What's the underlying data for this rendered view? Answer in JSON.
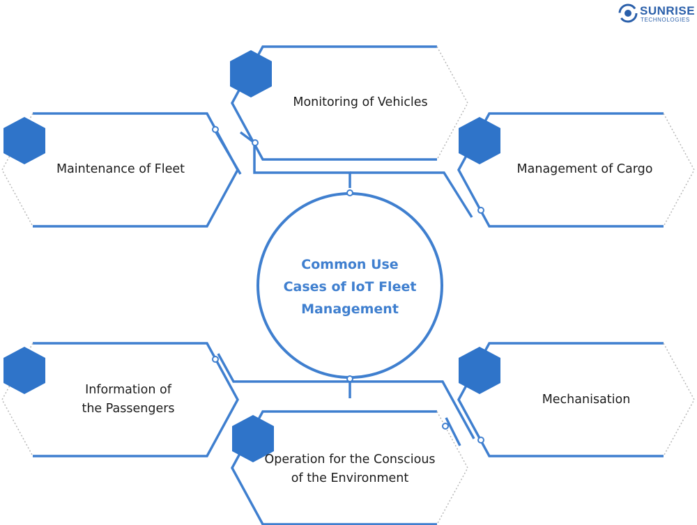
{
  "logo": {
    "brand": "SUNRISE",
    "sub": "TECHNOLOGIES",
    "icon": "sunrise-logo-icon"
  },
  "center": {
    "lines": [
      "Common Use",
      "Cases of IoT Fleet",
      "Management"
    ]
  },
  "cards": {
    "monitoring": {
      "lines": [
        "Monitoring of Vehicles"
      ]
    },
    "maintenance": {
      "lines": [
        "Maintenance of Fleet"
      ]
    },
    "cargo": {
      "lines": [
        "Management of Cargo"
      ]
    },
    "passengers": {
      "lines": [
        "Information of",
        "the Passengers"
      ]
    },
    "mechanisation": {
      "lines": [
        "Mechanisation"
      ]
    },
    "environment": {
      "lines": [
        "Operation for the Conscious",
        "of the Environment"
      ]
    }
  },
  "colors": {
    "stroke": "#3f7fcf",
    "hex": "#2f74c9",
    "dots": "#b7b7b7",
    "title": "#3f7fcf"
  }
}
